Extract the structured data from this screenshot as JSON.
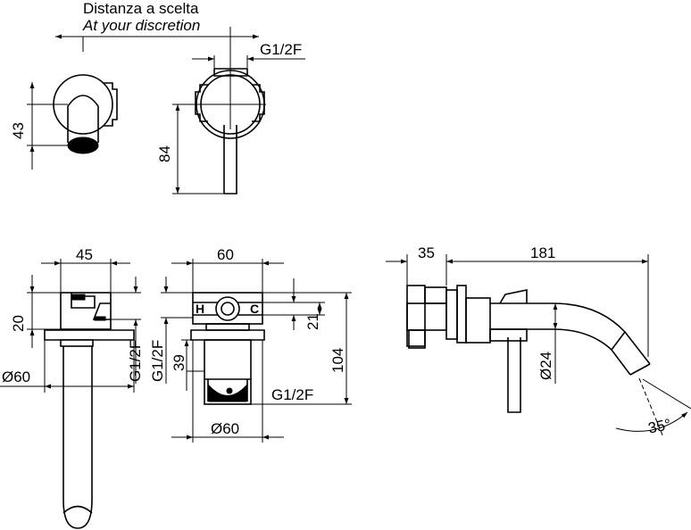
{
  "header": {
    "title_it": "Distanza a scelta",
    "title_en": "At your discretion"
  },
  "dimensions": {
    "g12f_top": "G1/2F",
    "d43": "43",
    "d84": "84",
    "d45": "45",
    "d20": "20",
    "d60_side": "Ø60",
    "g12f_side": "G1/2F",
    "d60_top": "60",
    "d21": "21",
    "d39": "39",
    "d104": "104",
    "g12f_left": "G1/2F",
    "g12f_bottom": "G1/2F",
    "d60_bottom": "Ø60",
    "d35": "35",
    "d181": "181",
    "d24": "Ø24",
    "angle35": "35°"
  }
}
